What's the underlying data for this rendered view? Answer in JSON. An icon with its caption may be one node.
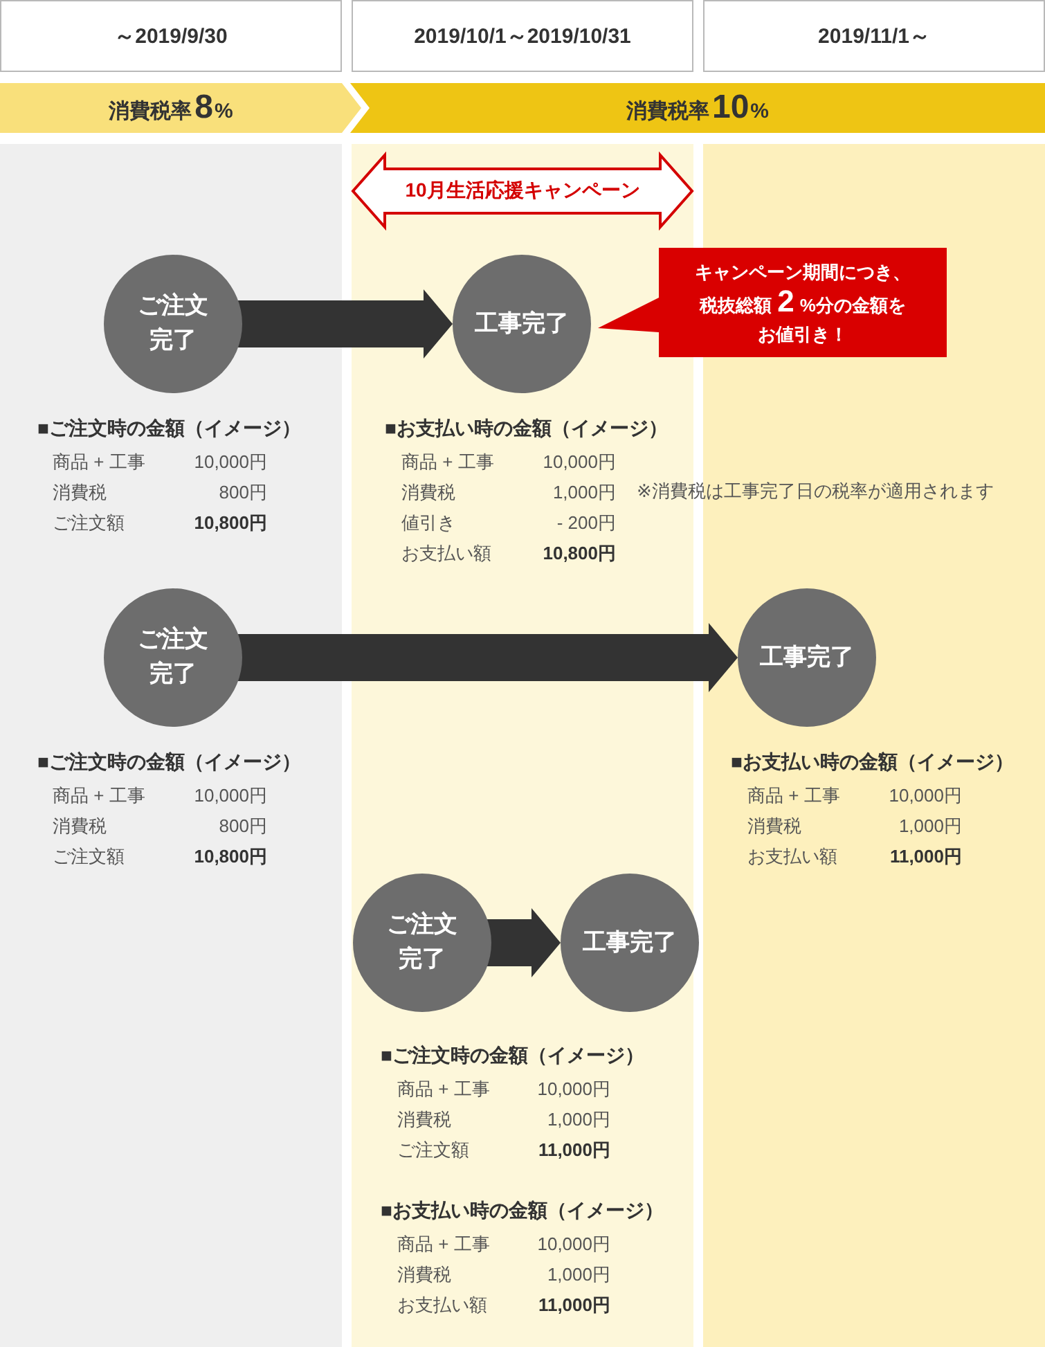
{
  "diagram": {
    "nodes": [
      {
        "text": [
          "～2019/9/30"
        ]
      },
      {
        "text": [
          "2019/10/1～2019/10/31"
        ]
      },
      {
        "text": [
          "2019/11/1～"
        ]
      },
      {
        "text": [
          "消費税率**8**%"
        ]
      },
      {
        "text": [
          "消費税率**10**%"
        ]
      },
      {
        "text": [
          "10月生活応援キャンペーン"
        ]
      },
      {
        "text": [
          "ご注文完了"
        ]
      },
      {
        "text": [
          "工事完了"
        ]
      },
      {
        "text": [
          "キャンペーン期間につき、税抜総額**2**%分の金額をお値引き！"
        ]
      },
      {
        "text": [
          "ご注文完了"
        ]
      },
      {
        "text": [
          "工事完了"
        ]
      },
      {
        "text": [
          "ご注文完了"
        ]
      },
      {
        "text": [
          "工事完了"
        ]
      }
    ],
    "edges": [
      {
        "from": 6,
        "to": 7,
        "arrow": "to"
      },
      {
        "from": 9,
        "to": 10,
        "arrow": "to"
      },
      {
        "from": 11,
        "to": 12,
        "arrow": "to"
      }
    ],
    "labels": [
      "■ご注文時の金額（イメージ）",
      "商品 + 工事",
      "10,000円",
      "消費税",
      "800円",
      "ご注文額",
      "10,800円",
      "■お支払い時の金額（イメージ）",
      "商品 + 工事",
      "10,000円",
      "消費税",
      "1,000円",
      "値引き",
      "- 200円",
      "お支払い額",
      "10,800円",
      "※消費税は工事完了日の税率が適用されます",
      "■ご注文時の金額（イメージ）",
      "商品 + 工事",
      "10,000円",
      "消費税",
      "800円",
      "ご注文額",
      "10,800円",
      "■お支払い時の金額（イメージ）",
      "商品 + 工事",
      "10,000円",
      "消費税",
      "1,000円",
      "お支払い額",
      "11,000円",
      "■ご注文時の金額（イメージ）",
      "商品 + 工事",
      "10,000円",
      "消費税",
      "1,000円",
      "ご注文額",
      "11,000円",
      "■お支払い時の金額（イメージ）",
      "商品 + 工事",
      "10,000円",
      "消費税",
      "1,000円",
      "お支払い額",
      "11,000円"
    ]
  }
}
